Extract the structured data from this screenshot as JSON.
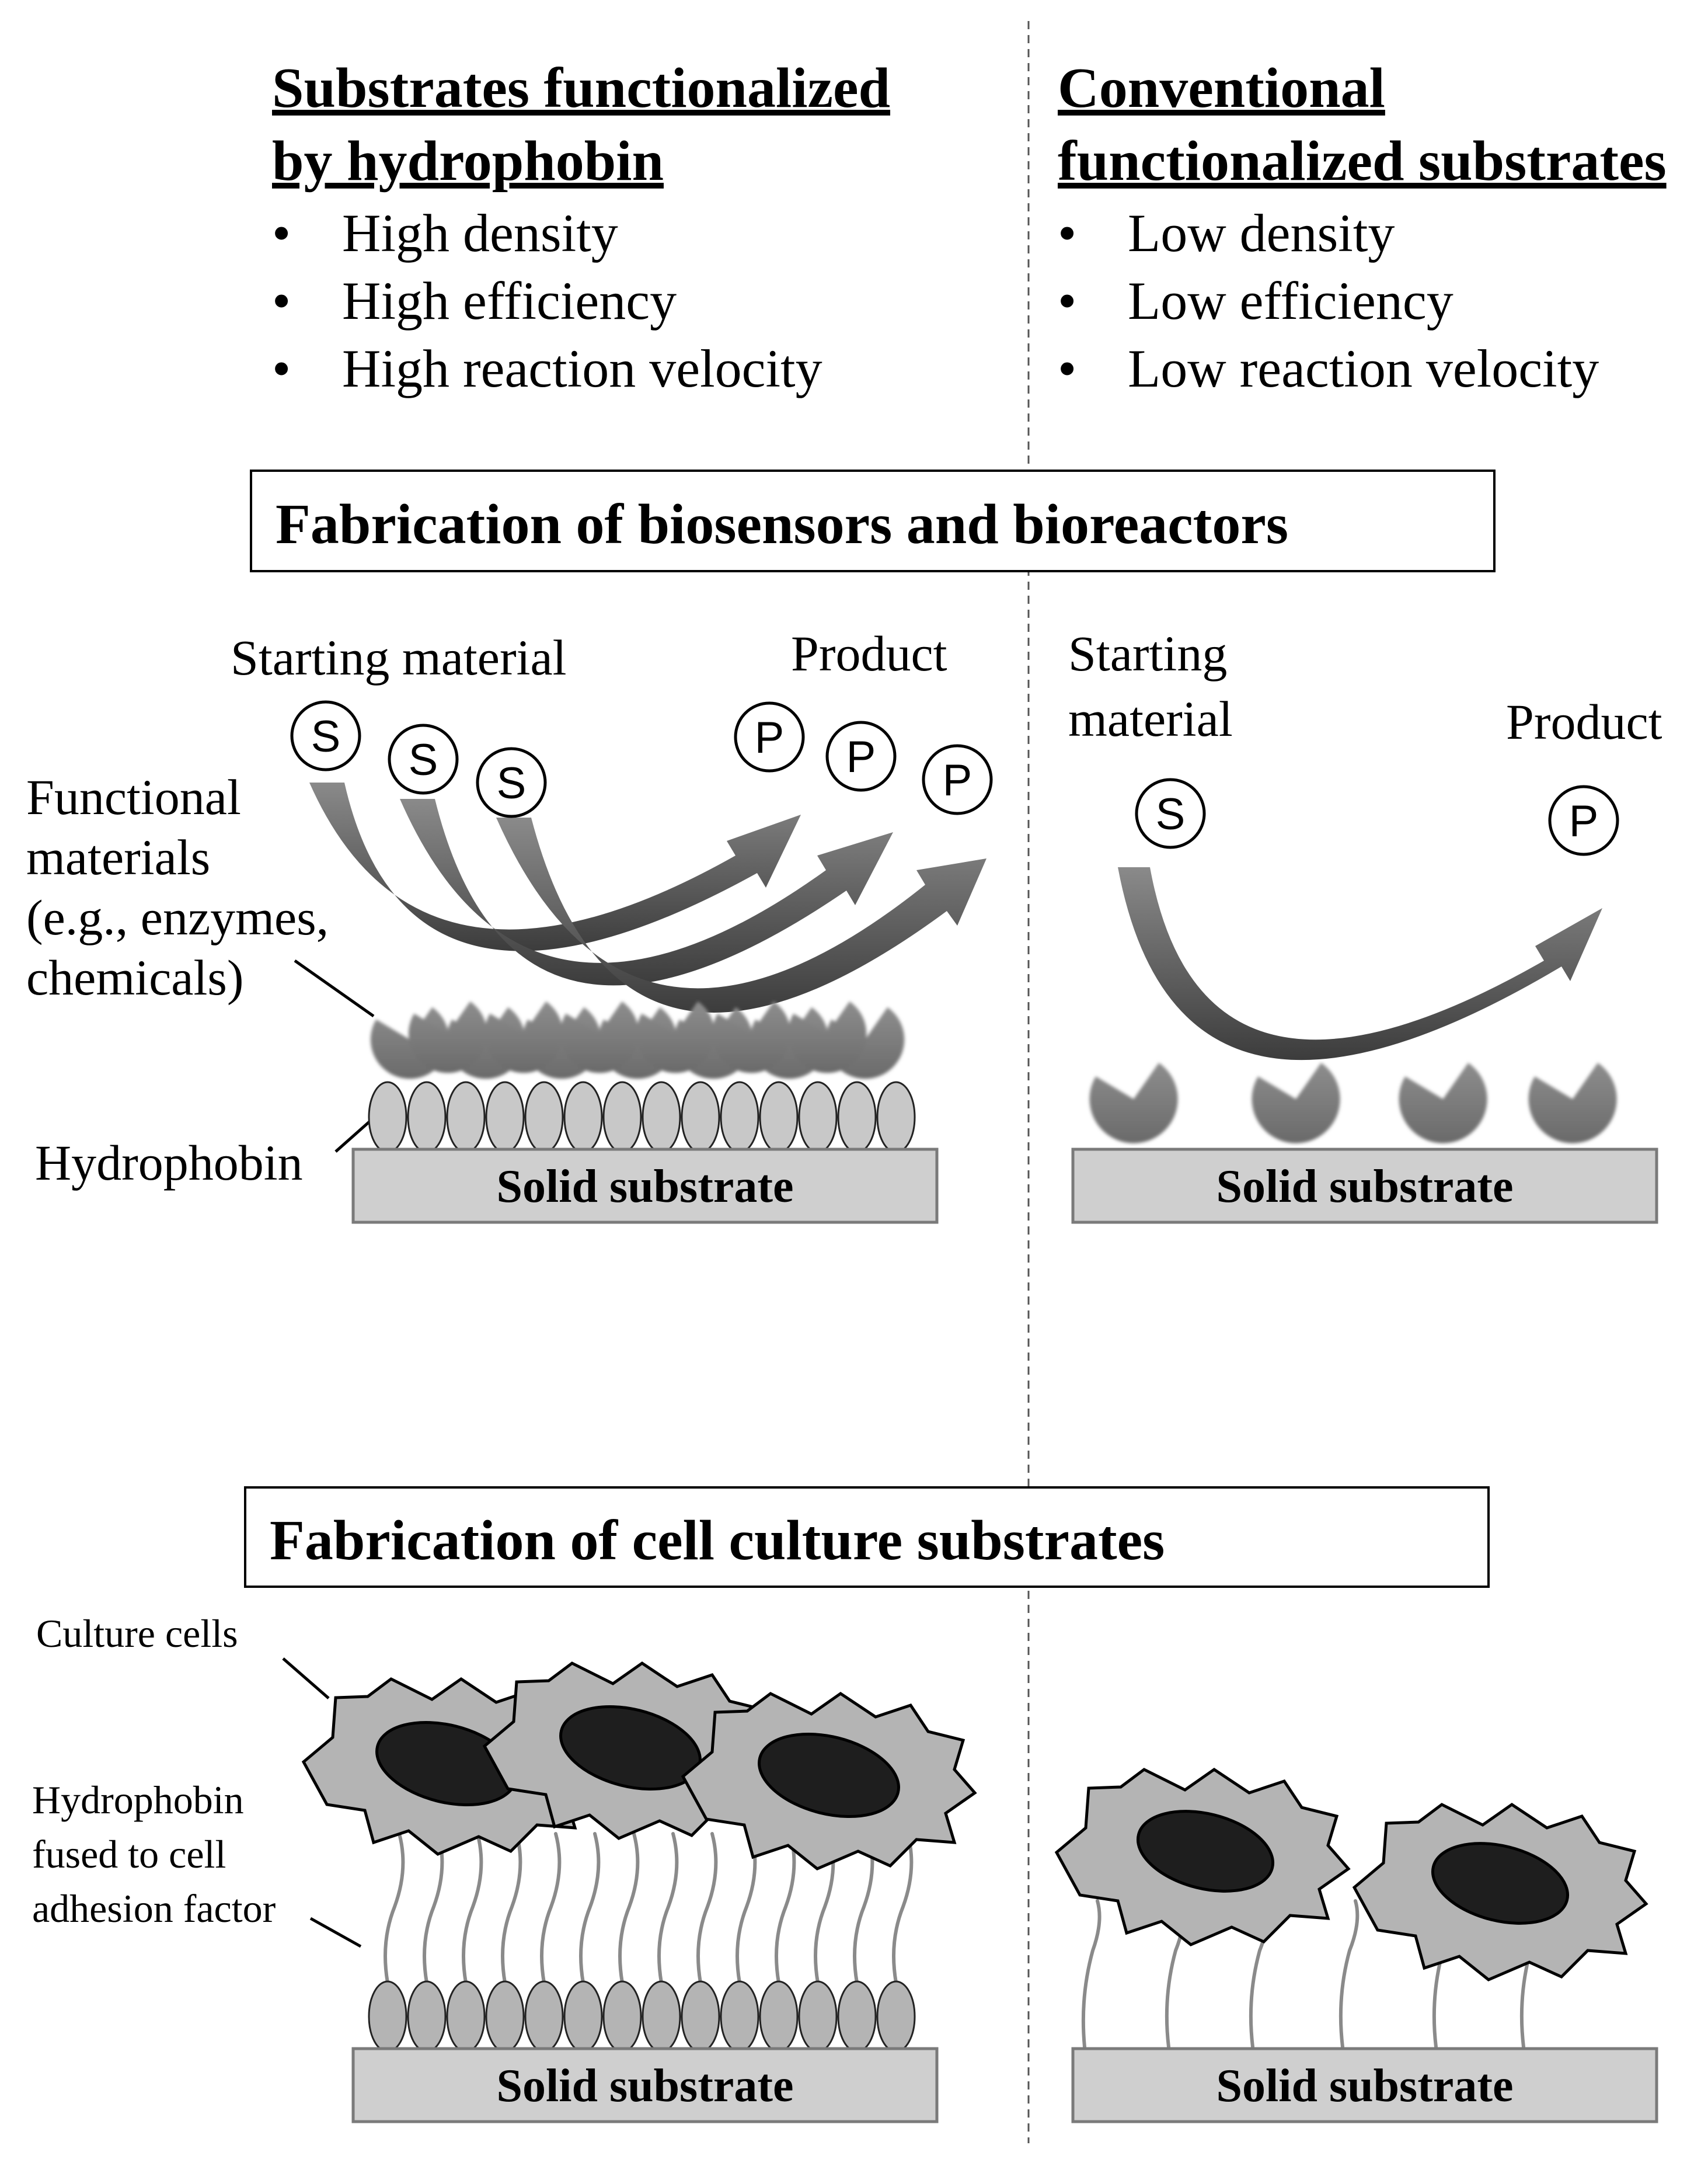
{
  "left_column": {
    "heading_line1": "Substrates functionalized",
    "heading_line2": "by hydrophobin",
    "bullets": [
      "High density",
      "High efficiency",
      "High reaction velocity"
    ]
  },
  "right_column": {
    "heading_line1": "Conventional",
    "heading_line2": "functionalized substrates",
    "bullets": [
      "Low density",
      "Low efficiency",
      "Low reaction velocity"
    ]
  },
  "bullet_symbol": "•",
  "section1": {
    "title": "Fabrication of  biosensors and bioreactors",
    "left_starting_label": "Starting material",
    "left_product_label": "Product",
    "right_starting_line1": "Starting",
    "right_starting_line2": "material",
    "right_product_label": "Product",
    "functional_materials_lines": [
      "Functional",
      "materials",
      "(e.g., enzymes,",
      "chemicals)"
    ],
    "hydrophobin_label": "Hydrophobin",
    "substrate_label": "Solid substrate",
    "s_symbol": "S",
    "p_symbol": "P"
  },
  "section2": {
    "title": "Fabrication of  cell culture substrates",
    "culture_cells_label": "Culture cells",
    "fused_lines": [
      "Hydrophobin",
      "fused to cell",
      "adhesion factor"
    ],
    "substrate_label": "Solid substrate"
  }
}
